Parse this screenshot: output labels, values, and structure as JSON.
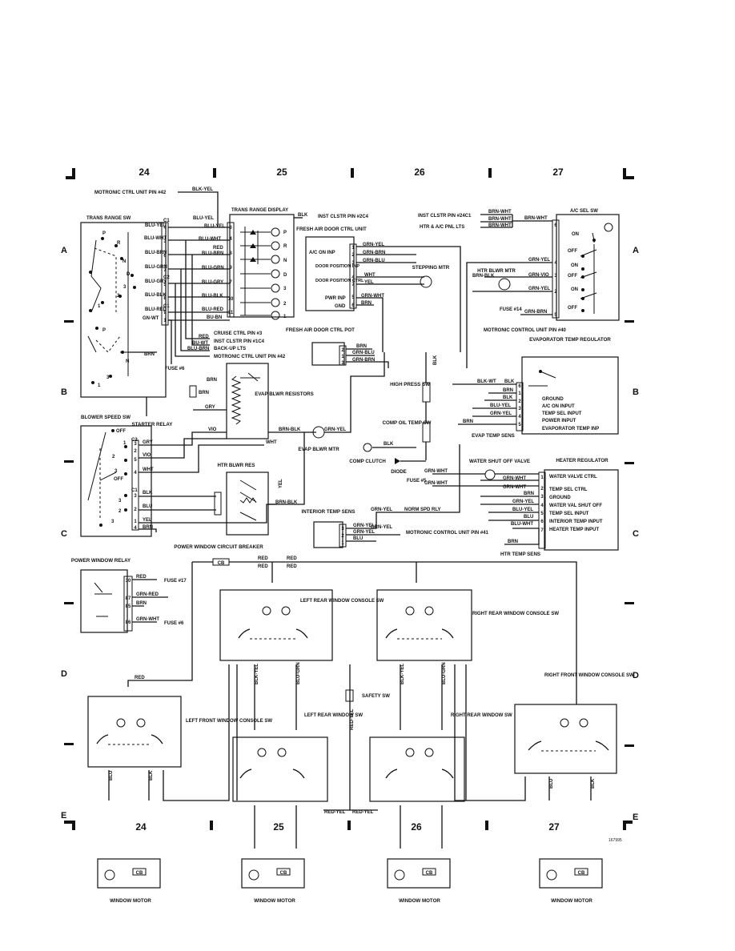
{
  "grid": {
    "columns_top": [
      "24",
      "25",
      "26",
      "27"
    ],
    "columns_bottom": [
      "24",
      "25",
      "26",
      "27"
    ],
    "rows_left": [
      "A",
      "B",
      "C",
      "D",
      "E"
    ],
    "rows_right": [
      "A",
      "B",
      "C",
      "D",
      "E"
    ],
    "figure_id": "167995"
  },
  "labels": {
    "motronic_ctrl_unit_42": "MOTRONIC CTRL UNIT PIN #42",
    "blk_yel": "BLK-YEL",
    "trans_range_sw": "TRANS RANGE SW",
    "trans_range_display": "TRANS RANGE DISPLAY",
    "inst_clstr_2c4": "INST CLSTR PIN #2C4",
    "fresh_air_door_ctrl_unit": "FRESH AIR DOOR CTRL UNIT",
    "ac_on_inp": "A/C ON INP",
    "door_position_inp": "DOOR POSITION INP",
    "door_position_ctrl": "DOOR POSITION CTRL",
    "pwr_inp": "PWR INP",
    "gnd": "GND",
    "stepping_mtr": "STEPPING MTR",
    "inst_clstr_24c1": "INST CLSTR PIN #24C1",
    "htr_ac_pnl_lts": "HTR & A/C PNL LTS",
    "ac_sel_sw": "A/C SEL SW",
    "htr_blwr_mtr": "HTR BLWR MTR",
    "fuse_14": "FUSE #14",
    "motronic_ctrl_unit_40": "MOTRONIC CONTROL UNIT PIN #40",
    "evaporator_temp_regulator": "EVAPORATOR TEMP REGULATOR",
    "fresh_air_door_ctrl_pot": "FRESH AIR DOOR CTRL POT",
    "cruise_ctrl_3": "CRUISE CTRL PIN #3",
    "inst_clstr_1c4": "INST CLSTR PIN #1C4",
    "back_up_lts": "BACK-UP LTS",
    "motronic_ctrl_unit_42b": "MOTRONIC CTRL UNIT PIN #42",
    "fuse_6": "FUSE #6",
    "starter_relay": "STARTER RELAY",
    "evap_blwr_resistors": "EVAP BLWR RESISTORS",
    "blower_speed_sw": "BLOWER SPEED SW",
    "evap_blwr_mtr": "EVAP BLWR MTR",
    "comp_clutch": "COMP CLUTCH",
    "diode": "DIODE",
    "high_press_sw": "HIGH PRESS SW",
    "comp_oil_temp_sw": "COMP OIL TEMP SW",
    "fuse_5": "FUSE #5",
    "evap_temp_sens": "EVAP TEMP SENS",
    "water_shut_off_valve": "WATER SHUT OFF VALVE",
    "heater_regulator": "HEATER REGULATOR",
    "htr_blwr_res": "HTR BLWR RES",
    "interior_temp_sens": "INTERIOR TEMP SENS",
    "norm_spd_rly": "NORM SPD RLY",
    "motronic_ctrl_unit_41": "MOTRONIC CONTROL UNIT PIN #41",
    "htr_temp_sens": "HTR TEMP SENS",
    "power_window_cb": "POWER WINDOW CIRCUIT BREAKER",
    "power_window_relay": "POWER WINDOW RELAY",
    "fuse_17": "FUSE #17",
    "fuse_6b": "FUSE #6",
    "left_rear_console_sw": "LEFT REAR WINDOW CONSOLE SW",
    "right_rear_console_sw": "RIGHT REAR WINDOW CONSOLE SW",
    "right_front_console_sw": "RIGHT FRONT WINDOW CONSOLE SW",
    "left_front_console_sw": "LEFT FRONT WINDOW CONSOLE SW",
    "left_rear_window_sw": "LEFT REAR WINDOW SW",
    "right_rear_window_sw": "RIGHT REAR WINDOW SW",
    "safety_sw": "SAFETY SW",
    "window_motor": "WINDOW MOTOR",
    "cb": "CB"
  },
  "evap_regulator_pins": [
    "GROUND",
    "A/C ON INPUT",
    "TEMP SEL INPUT",
    "POWER INPUT",
    "EVAPORATOR TEMP INP"
  ],
  "heater_regulator_pins": [
    "WATER VALVE CTRL",
    "TEMP SEL CTRL",
    "GROUND",
    "WATER VAL SHUT OFF",
    "TEMP SEL INPUT",
    "INTERIOR TEMP INPUT",
    "HEATER TEMP INPUT"
  ],
  "ac_sel_positions": [
    "ON",
    "OFF",
    "ON",
    "OFF",
    "ON",
    "OFF"
  ],
  "trans_display_positions": [
    "P",
    "R",
    "N",
    "D",
    "3",
    "2",
    "1"
  ],
  "trans_sw_positions": [
    "P",
    "R",
    "N",
    "D",
    "3",
    "2",
    "1"
  ],
  "blower_positions": [
    "OFF",
    "1",
    "2",
    "3",
    "OFF"
  ],
  "wire_colors": {
    "blu_yel": "BLU-YEL",
    "blu_wht": "BLU-WHT",
    "blu_brn": "BLU-BRN",
    "blu_grn": "BLU-GRN",
    "blu_gry": "BLU-GRY",
    "blu_blk": "BLU-BLK",
    "blu_red": "BLU-RED",
    "gn_wt": "GN-WT",
    "red": "RED",
    "bu_wt": "BU-WT",
    "blu_brn2": "BLU-BRN",
    "bu_bn": "BU-BN",
    "blk": "BLK",
    "grn_yel": "GRN-YEL",
    "grn_brn": "GRN-BRN",
    "grn_blu": "GRN-BLU",
    "wht": "WHT",
    "yel": "YEL",
    "grn_wht": "GRN-WHT",
    "brn": "BRN",
    "brn_wht": "BRN-WHT",
    "grn_vio": "GRN-VIO",
    "grn_red": "GRN-RED",
    "blk_wt": "BLK-WT",
    "blu_yel2": "BLU-YEL",
    "gry": "GRY",
    "vio": "VIO",
    "brn_blk": "BRN-BLK",
    "blu": "BLU",
    "blk_yel": "BLK-YEL",
    "red_yel": "RED-YEL",
    "grn_wht2": "GRN-WHT",
    "blu_wht2": "BLU-WHT"
  }
}
